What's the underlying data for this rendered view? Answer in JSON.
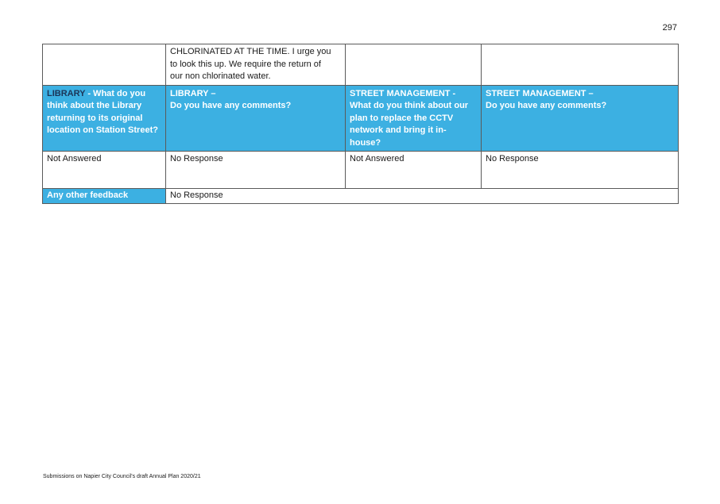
{
  "page_number": "297",
  "table": {
    "continued_text": [
      "CHLORINATED AT THE TIME.  I urge you",
      "to look this up.   We require the return of",
      "our non chlorinated water."
    ],
    "headers": {
      "library_q1_lead": "LIBRARY",
      "library_q1_rest": " - What do you think about the Library returning to its original location on Station Street?",
      "library_q2_lead": "LIBRARY –",
      "library_q2_rest": "Do you have any comments?",
      "street_q1_lead": "STREET MANAGEMENT -",
      "street_q1_rest": "What do you think about our plan to replace the CCTV network and bring it in-house?",
      "street_q2_lead": "STREET MANAGEMENT –",
      "street_q2_rest": "Do you have any comments?"
    },
    "answers": [
      "Not Answered",
      "No Response",
      "Not Answered",
      "No Response"
    ],
    "other_feedback_label": "Any other feedback",
    "other_feedback_value": "No Response"
  },
  "footer": "Submissions on Napier City Council's draft Annual Plan 2020/21",
  "colors": {
    "header_bg": "#3cb0e2",
    "header_text": "#ffffff",
    "header_lead_text": "#1b3558"
  }
}
